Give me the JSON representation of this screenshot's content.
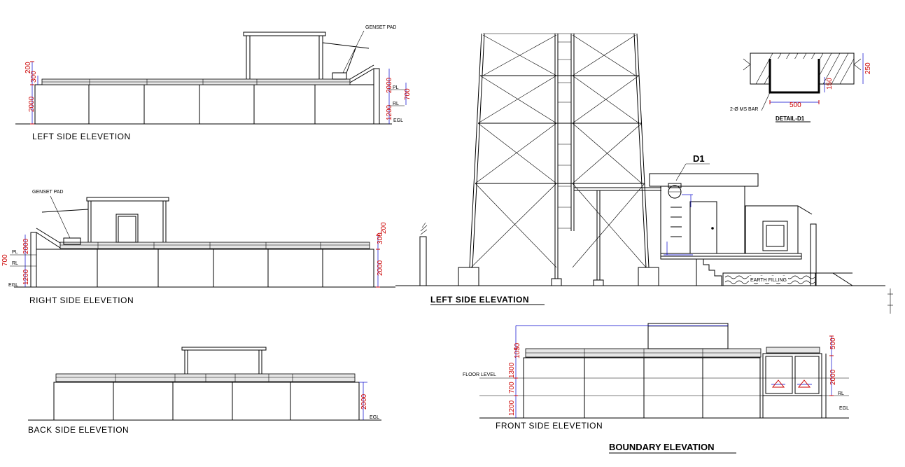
{
  "views": {
    "left_top": {
      "title": "LEFT SIDE ELEVETION",
      "pad_label": "GENSET PAD"
    },
    "right": {
      "title": "RIGHT SIDE ELEVETION",
      "pad_label": "GENSET PAD"
    },
    "back": {
      "title": "BACK SIDE ELEVETION"
    },
    "front": {
      "title": "FRONT SIDE ELEVETION",
      "floor_level": "FLOOR LEVEL"
    },
    "tower": {
      "title": "LEFT SIDE ELEVATION",
      "marker": "D1",
      "earth": "EARTH FILLING"
    },
    "detail": {
      "title": "DETAIL-D1",
      "bar": "2-Ø MS BAR",
      "w": "500",
      "h1": "150",
      "h2": "250"
    }
  },
  "levels": {
    "pl": "PL",
    "rl": "RL",
    "egl": "EGL"
  },
  "dims": {
    "d200": "200",
    "d300": "300",
    "d2000": "2000",
    "d700": "700",
    "d1200": "1200",
    "d500": "500",
    "d1300": "1300",
    "d1050": "1050"
  },
  "boundary_title": "BOUNDARY ELEVATION",
  "colors": {
    "dimension": "#0000cc",
    "dimension_text": "#cc0000",
    "line": "#000000"
  }
}
